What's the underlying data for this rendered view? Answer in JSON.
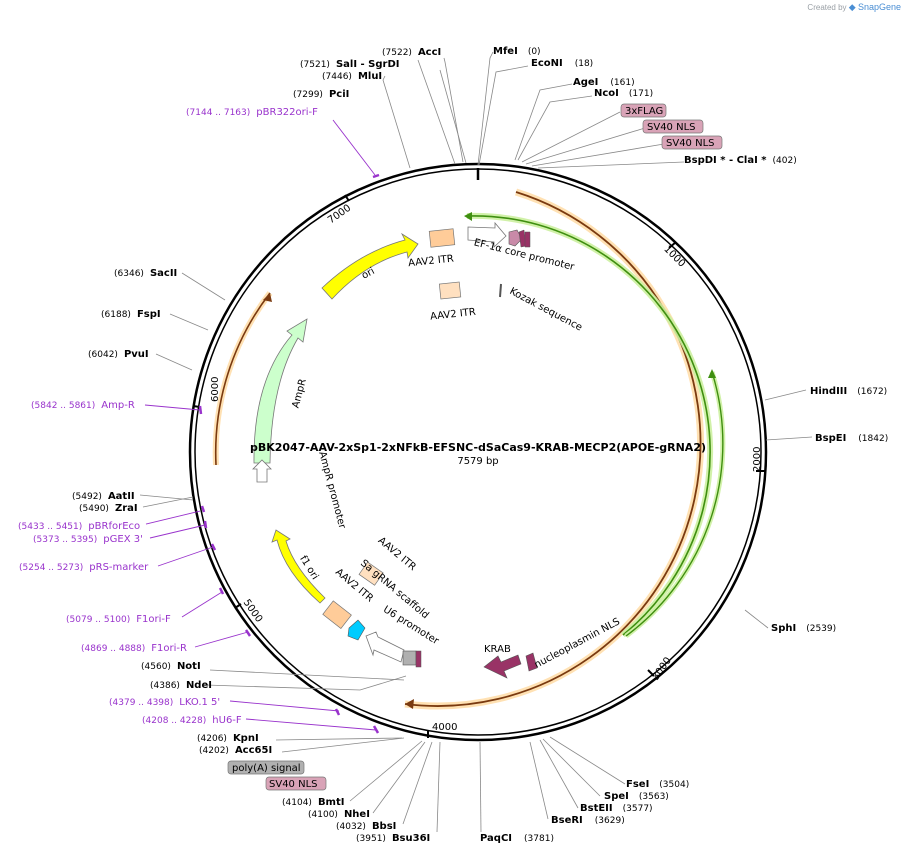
{
  "brand": {
    "prefix": "Created by",
    "name": "SnapGene"
  },
  "plasmid": {
    "name": "pBK2047-AAV-2xSp1-2xNFkB-EFSNC-dSaCas9-KRAB-MECP2(APOE-gRNA2)",
    "length_label": "7579 bp",
    "length": 7579
  },
  "ticks": [
    "1000",
    "2000",
    "3000",
    "4000",
    "5000",
    "6000",
    "7000"
  ],
  "sites": [
    {
      "name": "MfeI",
      "pos": "(0)"
    },
    {
      "name": "EcoNI",
      "pos": "(18)"
    },
    {
      "name": "AgeI",
      "pos": "(161)"
    },
    {
      "name": "NcoI",
      "pos": "(171)"
    },
    {
      "name": "BspDI * - ClaI *",
      "pos": "(402)"
    },
    {
      "name": "HindIII",
      "pos": "(1672)"
    },
    {
      "name": "BspEI",
      "pos": "(1842)"
    },
    {
      "name": "SphI",
      "pos": "(2539)"
    },
    {
      "name": "FseI",
      "pos": "(3504)"
    },
    {
      "name": "SpeI",
      "pos": "(3563)"
    },
    {
      "name": "BstEII",
      "pos": "(3577)"
    },
    {
      "name": "BseRI",
      "pos": "(3629)"
    },
    {
      "name": "PaqCI",
      "pos": "(3781)"
    },
    {
      "name": "Bsu36I",
      "pos": "(3951)"
    },
    {
      "name": "BbsI",
      "pos": "(4032)"
    },
    {
      "name": "NheI",
      "pos": "(4100)"
    },
    {
      "name": "BmtI",
      "pos": "(4104)"
    },
    {
      "name": "Acc65I",
      "pos": "(4202)"
    },
    {
      "name": "KpnI",
      "pos": "(4206)"
    },
    {
      "name": "NdeI",
      "pos": "(4386)"
    },
    {
      "name": "NotI",
      "pos": "(4560)"
    },
    {
      "name": "ZraI",
      "pos": "(5490)"
    },
    {
      "name": "AatII",
      "pos": "(5492)"
    },
    {
      "name": "PvuI",
      "pos": "(6042)"
    },
    {
      "name": "FspI",
      "pos": "(6188)"
    },
    {
      "name": "SacII",
      "pos": "(6346)"
    },
    {
      "name": "PciI",
      "pos": "(7299)"
    },
    {
      "name": "MluI",
      "pos": "(7446)"
    },
    {
      "name": "SalI  - SgrDI",
      "pos": "(7521)"
    },
    {
      "name": "AccI",
      "pos": "(7522)"
    }
  ],
  "primers": [
    {
      "name": "pBR322ori-F",
      "range": "(7144 .. 7163)"
    },
    {
      "name": "Amp-R",
      "range": "(5842 .. 5861)"
    },
    {
      "name": "pBRforEco",
      "range": "(5433 .. 5451)"
    },
    {
      "name": "pGEX 3'",
      "range": "(5373 .. 5395)"
    },
    {
      "name": "pRS-marker",
      "range": "(5254 .. 5273)"
    },
    {
      "name": "F1ori-F",
      "range": "(5079 .. 5100)"
    },
    {
      "name": "F1ori-R",
      "range": "(4869 .. 4888)"
    },
    {
      "name": "LKO.1 5'",
      "range": "(4379 .. 4398)"
    },
    {
      "name": "hU6-F",
      "range": "(4208 .. 4228)"
    }
  ],
  "boxed_labels": [
    "3xFLAG",
    "SV40 NLS",
    "SV40 NLS",
    "poly(A) signal",
    "SV40 NLS"
  ],
  "features": {
    "aav2_itr_1": "AAV2 ITR",
    "ef1a": "EF-1α core promoter",
    "aav2_itr_2": "AAV2 ITR",
    "kozak": "Kozak sequence",
    "ori": "ori",
    "ampr": "AmpR",
    "ampr_promoter": "AmpR promoter",
    "f1_ori": "f1 ori",
    "aav2_itr_3": "AAV2 ITR",
    "sa_grna": "Sa gRNA scaffold",
    "aav2_itr_4": "AAV2 ITR",
    "u6": "U6 promoter",
    "krab": "KRAB",
    "nucleoplasmin": "nucleoplasmin NLS"
  },
  "colors": {
    "backbone": "#000000",
    "cds_outline": "#f0a830",
    "cds_line": "#7a3a10",
    "cas9_green": "#4caf20",
    "ori_yellow": "#ffff00",
    "ampr_green": "#ccffcc",
    "itr_peach": "#ffcc99",
    "primer_purple": "#9933cc",
    "nls_pink": "#d9a3b7",
    "krab_purple": "#993366",
    "u6_cyan": "#00ccff",
    "polya_grey": "#b0b0b0"
  }
}
